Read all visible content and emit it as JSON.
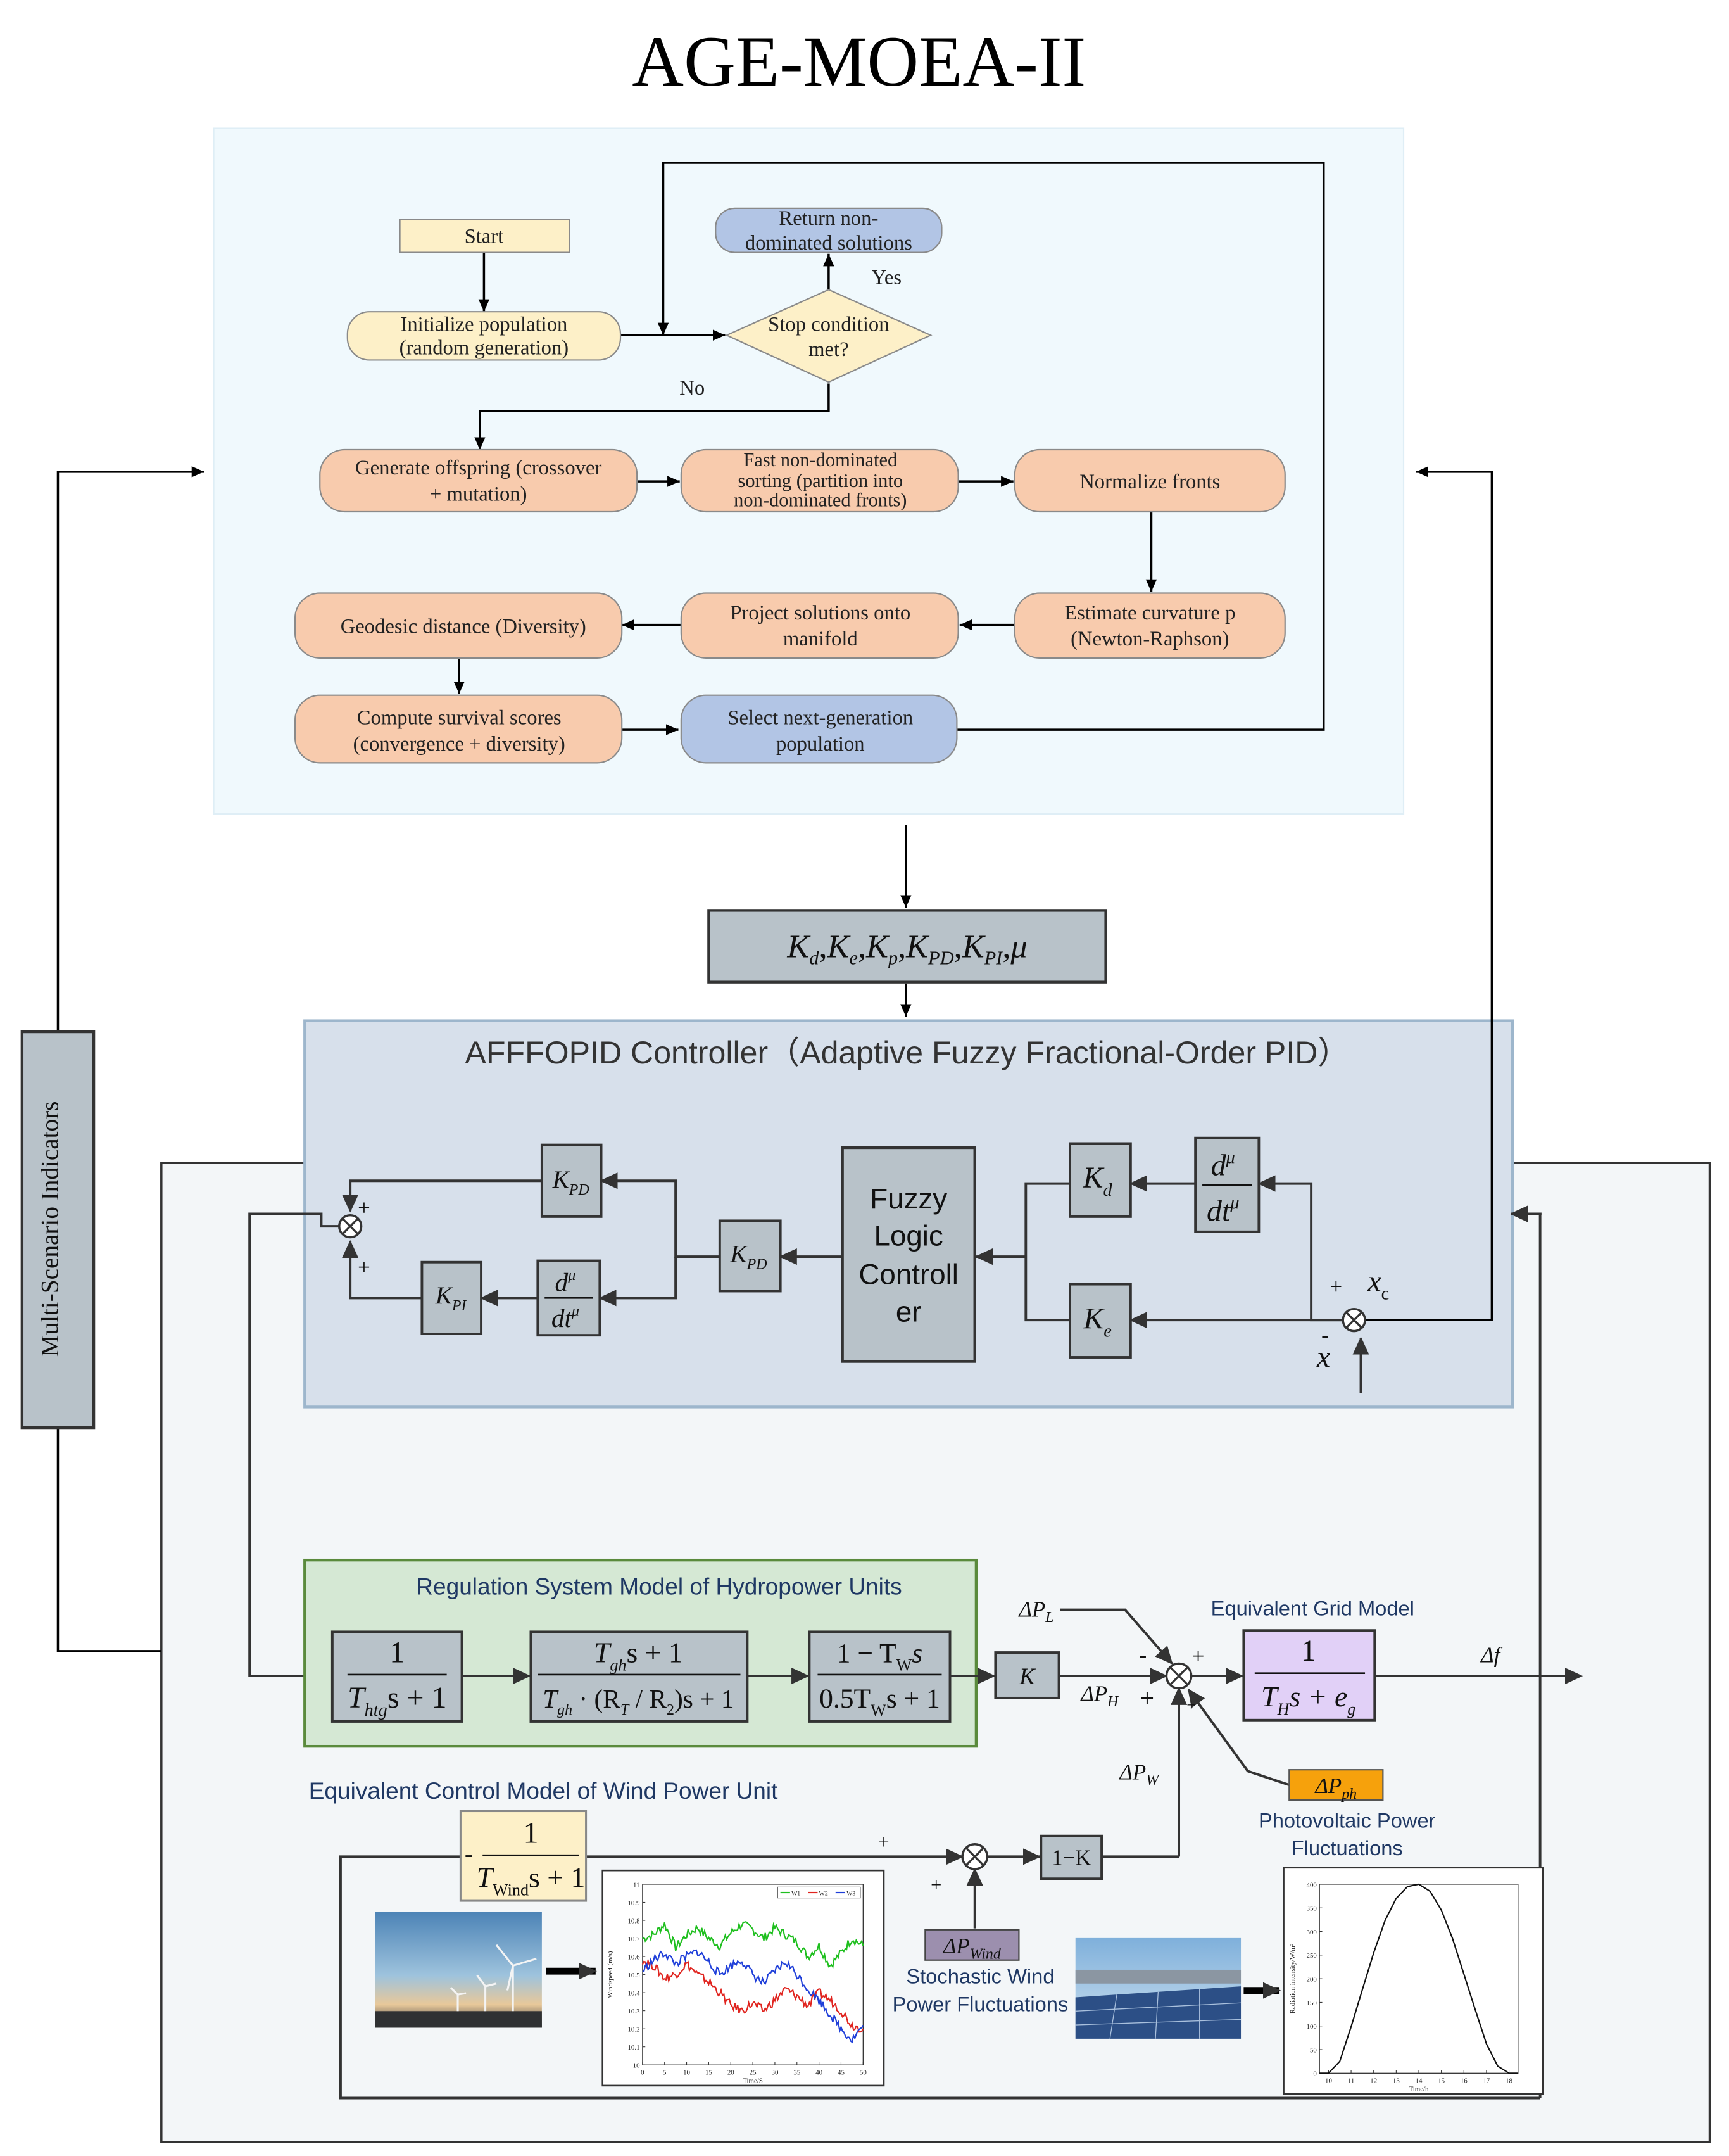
{
  "title": "AGE-MOEA-II",
  "flowchart": {
    "start": "Start",
    "return_line1": "Return non-",
    "return_line2": "dominated solutions",
    "yes": "Yes",
    "no": "No",
    "init_line1": "Initialize population",
    "init_line2": "(random generation)",
    "stop_line1": "Stop condition",
    "stop_line2": "met?",
    "offspring_line1": "Generate offspring (crossover",
    "offspring_line2": "+ mutation)",
    "sort_line1": "Fast non-dominated",
    "sort_line2": "sorting (partition into",
    "sort_line3": "non-dominated fronts)",
    "normalize": "Normalize fronts",
    "geodesic": "Geodesic distance (Diversity)",
    "project_line1": "Project solutions onto",
    "project_line2": "manifold",
    "curv_line1": "Estimate curvature p",
    "curv_line2": "(Newton-Raphson)",
    "survival_line1": "Compute survival scores",
    "survival_line2": "(convergence + diversity)",
    "select_line1": "Select next-generation",
    "select_line2": "population"
  },
  "params_box": {
    "K": "K",
    "sub_d": "d",
    "sub_e": "e",
    "sub_p": "p",
    "sub_pd": "PD",
    "sub_pi": "PI",
    "mu": "μ",
    "sep": ","
  },
  "controller": {
    "title": "AFFFOPID Controller（Adaptive Fuzzy Fractional-Order PID）",
    "flc_line1": "Fuzzy",
    "flc_line2": "Logic",
    "flc_line3": "Controll",
    "flc_line4": "er",
    "plus": "+",
    "minus": "-",
    "x_c": "x",
    "c": "c",
    "x": "x",
    "deriv_num": "d",
    "deriv_den": "dt",
    "mu": "μ"
  },
  "side_label": "Multi-Scenario Indicators",
  "hydro": {
    "title": "Regulation System Model of Hydropower Units",
    "tf1_num": "1",
    "tf1_den_T": "T",
    "tf1_den_sub": "htg",
    "tf1_den_rest": "s + 1",
    "tf2_num_T": "T",
    "tf2_num_sub": "gh",
    "tf2_num_rest": "s + 1",
    "tf2_den": "T",
    "tf2_den_sub": "gh",
    "tf2_den_mid": " · (R",
    "tf2_den_sub2": "T",
    "tf2_den_mid2": " / R",
    "tf2_den_sub3": "2",
    "tf2_den_end": ")s + 1",
    "tf3_num": "1 − T",
    "tf3_num_sub": "W",
    "tf3_num_end": "s",
    "tf3_den": "0.5T",
    "tf3_den_sub": "W",
    "tf3_den_end": "s + 1",
    "k": "K"
  },
  "grid": {
    "title": "Equivalent Grid Model",
    "dP_L": "ΔP",
    "L": "L",
    "dP_H": "ΔP",
    "H": "H",
    "dP_W": "ΔP",
    "W": "W",
    "tf_num": "1",
    "tf_den_T": "T",
    "tf_den_sub": "H",
    "tf_den_rest": "s + e",
    "tf_den_sub2": "g",
    "df": "Δf",
    "dP_ph": "ΔP",
    "ph": "ph",
    "pv_line1": "Photovoltaic Power",
    "pv_line2": "Fluctuations"
  },
  "wind": {
    "title": "Equivalent Control Model of Wind Power Unit",
    "tf_num": "1",
    "tf_den_T": "T",
    "tf_den_sub": "Wind",
    "tf_den_rest": "s + 1",
    "one_minus_k": "1−K",
    "dP_wind": "ΔP",
    "wind_sub": "Wind",
    "stoch_line1": "Stochastic Wind",
    "stoch_line2": "Power Fluctuations"
  },
  "wind_chart": {
    "chart_data": {
      "type": "line",
      "xlabel": "Time/S",
      "ylabel": "Windspeed (m/s)",
      "legend": [
        "W1",
        "W2",
        "W3"
      ],
      "x_ticks": [
        "0",
        "5",
        "10",
        "15",
        "20",
        "25",
        "30",
        "35",
        "40",
        "45",
        "50"
      ],
      "y_ticks": [
        "10",
        "10.1",
        "10.2",
        "10.3",
        "10.4",
        "10.5",
        "10.6",
        "10.7",
        "10.8",
        "10.9",
        "11"
      ],
      "xlim": [
        0,
        50
      ],
      "ylim": [
        10,
        11
      ],
      "series": [
        {
          "name": "W1",
          "color": "#1fbf1f",
          "values": [
            10.7,
            10.72,
            10.78,
            10.65,
            10.72,
            10.76,
            10.7,
            10.66,
            10.73,
            10.78,
            10.75,
            10.7,
            10.76,
            10.72,
            10.68,
            10.6,
            10.66,
            10.55,
            10.62,
            10.7,
            10.66
          ]
        },
        {
          "name": "W2",
          "color": "#e0241f",
          "values": [
            10.58,
            10.55,
            10.48,
            10.5,
            10.56,
            10.5,
            10.46,
            10.4,
            10.33,
            10.3,
            10.34,
            10.3,
            10.36,
            10.42,
            10.38,
            10.33,
            10.4,
            10.36,
            10.3,
            10.22,
            10.2
          ]
        },
        {
          "name": "W3",
          "color": "#1f3fd9",
          "values": [
            10.52,
            10.58,
            10.62,
            10.56,
            10.6,
            10.63,
            10.57,
            10.5,
            10.55,
            10.58,
            10.5,
            10.45,
            10.52,
            10.57,
            10.5,
            10.42,
            10.36,
            10.28,
            10.2,
            10.14,
            10.22
          ]
        }
      ]
    }
  },
  "pv_chart": {
    "chart_data": {
      "type": "line",
      "xlabel": "Time/h",
      "ylabel": "Radiation intensity/W/m²",
      "x_ticks": [
        "10",
        "11",
        "12",
        "13",
        "14",
        "15",
        "16",
        "17",
        "18"
      ],
      "y_ticks": [
        "0",
        "50",
        "100",
        "150",
        "200",
        "250",
        "300",
        "350",
        "400"
      ],
      "xlim": [
        9.6,
        18.4
      ],
      "ylim": [
        0,
        400
      ],
      "x": [
        9.6,
        10,
        10.5,
        11,
        11.5,
        12,
        12.5,
        13,
        13.5,
        14,
        14.5,
        15,
        15.5,
        16,
        16.5,
        17,
        17.5,
        18,
        18.4
      ],
      "values": [
        0,
        0,
        25,
        98,
        177,
        255,
        323,
        370,
        395,
        400,
        385,
        345,
        285,
        210,
        135,
        62,
        15,
        0,
        0
      ]
    }
  }
}
